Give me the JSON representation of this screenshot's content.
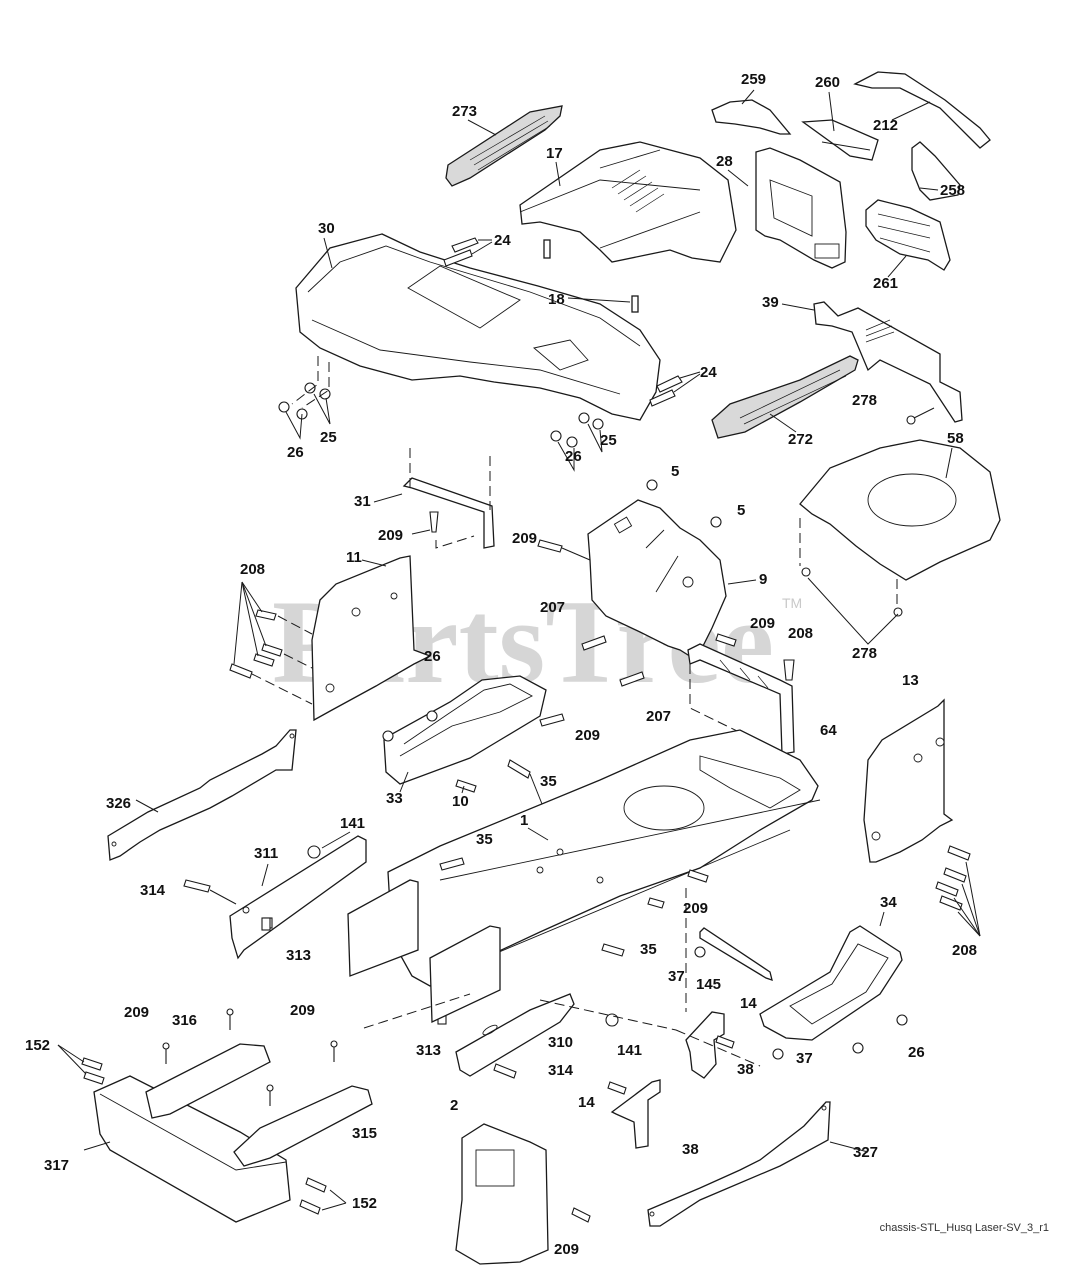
{
  "diagram": {
    "title": "Chassis / Enclosures exploded parts diagram",
    "caption": "chassis-STL_Husq Laser-SV_3_r1",
    "watermark": "PartsTree",
    "watermark_tm": "TM",
    "callouts": {
      "c273": "273",
      "c259": "259",
      "c260": "260",
      "c212": "212",
      "c17": "17",
      "c28": "28",
      "c258": "258",
      "c261": "261",
      "c30": "30",
      "c24a": "24",
      "c24b": "24",
      "c18": "18",
      "c39": "39",
      "c272": "272",
      "c278a": "278",
      "c278b": "278",
      "c25a": "25",
      "c26a": "26",
      "c25b": "25",
      "c26b": "26",
      "c5a": "5",
      "c5b": "5",
      "c58": "58",
      "c31": "31",
      "c209a": "209",
      "c209b": "209",
      "c9": "9",
      "c11": "11",
      "c208a": "208",
      "c207a": "207",
      "c209c": "209",
      "c208b": "208",
      "c26c": "26",
      "c209d": "209",
      "c207b": "207",
      "c64": "64",
      "c13": "13",
      "c35a": "35",
      "c33": "33",
      "c10": "10",
      "c326": "326",
      "c1": "1",
      "c141a": "141",
      "c311": "311",
      "c35b": "35",
      "c314a": "314",
      "c313a": "313",
      "c209e": "209",
      "c208c": "208",
      "c34": "34",
      "c35c": "35",
      "c37a": "37",
      "c145": "145",
      "c14a": "14",
      "c209f": "209",
      "c316": "316",
      "c209g": "209",
      "c152a": "152",
      "c313b": "313",
      "c310": "310",
      "c141b": "141",
      "c38a": "38",
      "c37b": "37",
      "c26d": "26",
      "c314b": "314",
      "c315": "315",
      "c2": "2",
      "c14b": "14",
      "c38b": "38",
      "c317": "317",
      "c327": "327",
      "c152b": "152",
      "c209h": "209"
    }
  }
}
